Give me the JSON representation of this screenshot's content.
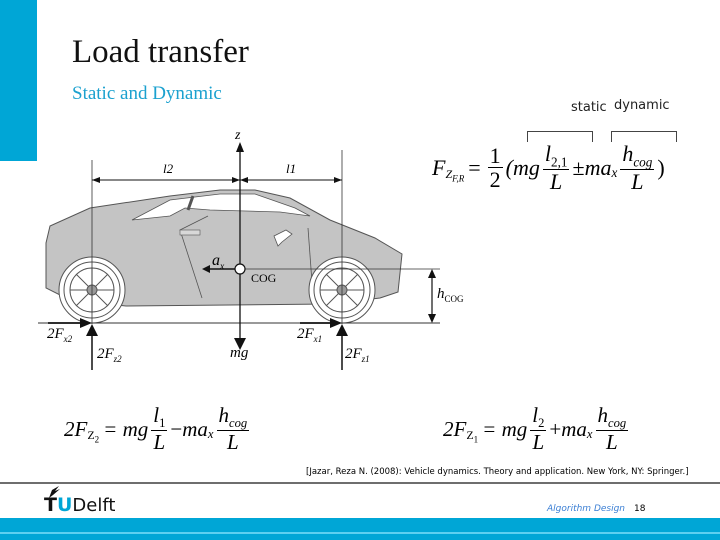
{
  "slide": {
    "title": "Load transfer",
    "subtitle": "Static and Dynamic",
    "accent_color": "#00a6d6",
    "subtitle_color": "#1ba1cf"
  },
  "diagram": {
    "axis_label": "z",
    "dim_rear": "l2",
    "dim_front": "l1",
    "accel_label": "a",
    "accel_sub": "x",
    "cog_label": "COG",
    "weight_label": "mg",
    "height_label": "h",
    "height_sub": "COG",
    "rear_long_force": "2F",
    "rear_long_force_sub": "x2",
    "rear_vert_force": "2F",
    "rear_vert_force_sub": "z2",
    "front_long_force": "2F",
    "front_long_force_sub": "x1",
    "front_vert_force": "2F",
    "front_vert_force_sub": "z1"
  },
  "main_equation": {
    "static_label": "static",
    "dynamic_label": "dynamic",
    "lhs": "F",
    "lhs_sub": "Z",
    "lhs_subsub": "F,R",
    "eq": "=",
    "half_num": "1",
    "half_den": "2",
    "open": "(mg",
    "l_num": "l",
    "l_num_sub": "2,1",
    "den_L": "L",
    "pm": "±",
    "ma": "ma",
    "ma_sub": "x",
    "h_num": "h",
    "h_num_sub": "cog",
    "close": ")"
  },
  "rear_equation": {
    "lhs": "2F",
    "lhs_sub": "Z",
    "lhs_subsub": "2",
    "rhs_mg": "= mg",
    "l_num": "l",
    "l_num_sub": "1",
    "den_L": "L",
    "op": "−",
    "ma": "ma",
    "ma_sub": "x",
    "h_num": "h",
    "h_num_sub": "cog"
  },
  "front_equation": {
    "lhs": "2F",
    "lhs_sub": "Z",
    "lhs_subsub": "1",
    "rhs_mg": "= mg",
    "l_num": "l",
    "l_num_sub": "2",
    "den_L": "L",
    "op": "+",
    "ma": "ma",
    "ma_sub": "x",
    "h_num": "h",
    "h_num_sub": "cog"
  },
  "citation": "[Jazar, Reza N. (2008): Vehicle dynamics. Theory and application. New York, NY: Springer.]",
  "footer": {
    "logo_t": "T",
    "logo_u": "U",
    "logo_delft": "Delft",
    "course": "Algorithm Design",
    "page_number": "18"
  }
}
